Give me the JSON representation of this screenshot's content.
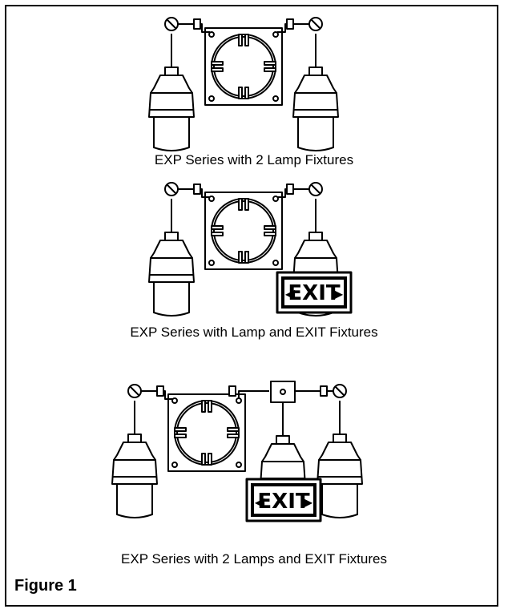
{
  "captions": {
    "fig_a": "EXP Series with 2 Lamp Fixtures",
    "fig_b": "EXP Series with Lamp and EXIT Fixtures",
    "fig_c": "EXP Series with 2 Lamps and EXIT Fixtures"
  },
  "exit_sign_text": "EXIT",
  "figure_title": "Figure 1"
}
